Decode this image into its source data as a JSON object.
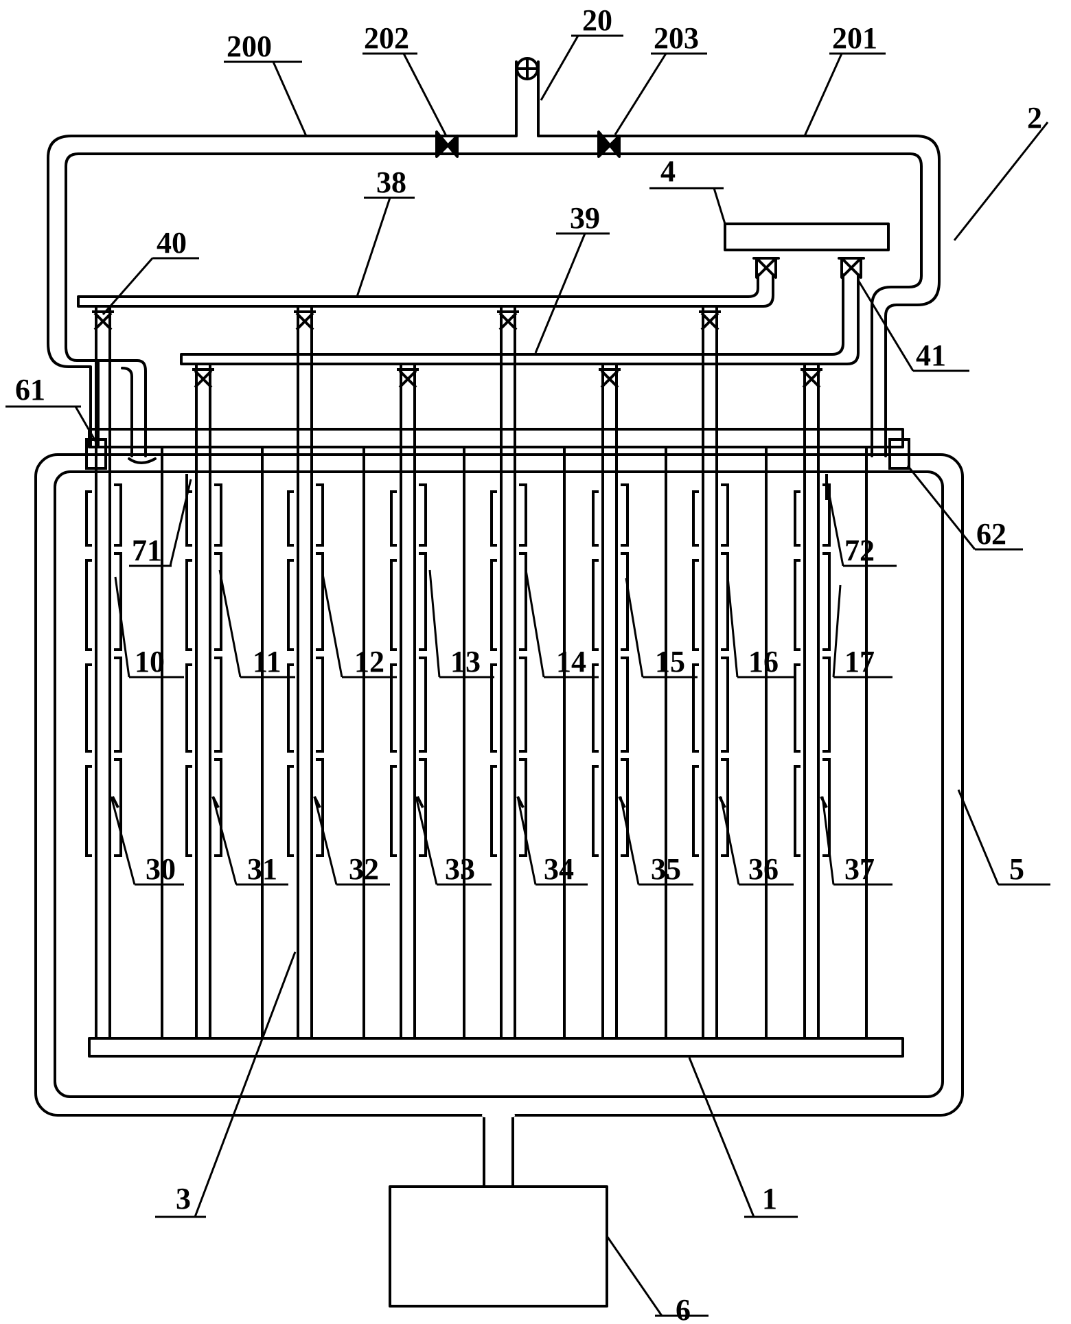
{
  "labels": {
    "l200": "200",
    "l202": "202",
    "l20": "20",
    "l203": "203",
    "l201": "201",
    "l2": "2",
    "l38": "38",
    "l4": "4",
    "l39": "39",
    "l40": "40",
    "l41": "41",
    "l61": "61",
    "l62": "62",
    "l71": "71",
    "l72": "72",
    "l10": "10",
    "l11": "11",
    "l12": "12",
    "l13": "13",
    "l14": "14",
    "l15": "15",
    "l16": "16",
    "l17": "17",
    "l30": "30",
    "l31": "31",
    "l32": "32",
    "l33": "33",
    "l34": "34",
    "l35": "35",
    "l36": "36",
    "l37": "37",
    "l5": "5",
    "l3": "3",
    "l1": "1",
    "l6": "6"
  },
  "colors": {
    "line": "#000000",
    "background": "#ffffff"
  }
}
